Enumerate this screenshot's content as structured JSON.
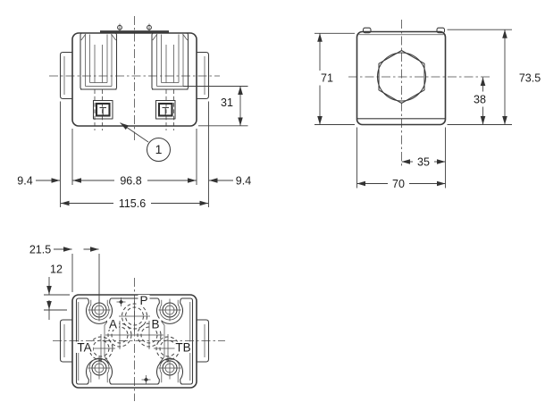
{
  "drawing": {
    "front_view": {
      "balloon_label": "1",
      "dim_height_31": "31",
      "dim_left_offset": "9.4",
      "dim_body_width": "96.8",
      "dim_right_offset": "9.4",
      "dim_total_width": "115.6"
    },
    "side_view": {
      "dim_body_height": "71",
      "dim_total_height": "73.5",
      "dim_center_to_base": "38",
      "dim_center_to_edge": "35",
      "dim_depth": "70"
    },
    "bottom_view": {
      "dim_hole_offset_x": "21.5",
      "dim_hole_offset_y": "12",
      "ports": {
        "p": "P",
        "a": "A",
        "b": "B",
        "ta": "TA",
        "tb": "TB"
      }
    }
  }
}
